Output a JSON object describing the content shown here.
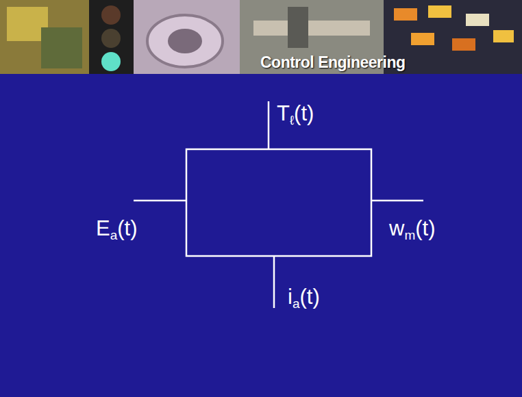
{
  "diagram": {
    "title": "Control Engineering",
    "labels": [
      "Tℓ(t)",
      "Ea(t)",
      "wm(t)",
      "ia(t)"
    ]
  }
}
